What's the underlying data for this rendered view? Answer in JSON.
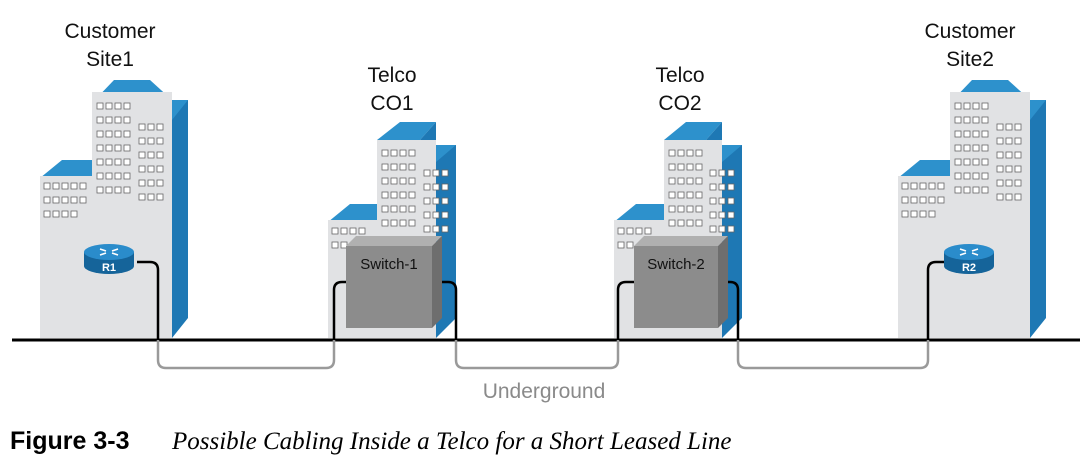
{
  "sites": [
    {
      "id": "customer-site1",
      "line1": "Customer",
      "line2": "Site1"
    },
    {
      "id": "telco-co1",
      "line1": "Telco",
      "line2": "CO1"
    },
    {
      "id": "telco-co2",
      "line1": "Telco",
      "line2": "CO2"
    },
    {
      "id": "customer-site2",
      "line1": "Customer",
      "line2": "Site2"
    }
  ],
  "devices": {
    "r1": "R1",
    "switch1": "Switch-1",
    "switch2": "Switch-2",
    "r2": "R2"
  },
  "underground_label": "Underground",
  "caption": {
    "number": "Figure 3-3",
    "text": "Possible Cabling Inside a Telco for a Short Leased Line"
  },
  "colors": {
    "building_face": "#e1e2e4",
    "building_side": "#1e78b4",
    "building_top": "#2d91cc",
    "router": "#1a76ae",
    "switch": "#8c8c8c",
    "cable_underground": "#9a9a9a"
  }
}
